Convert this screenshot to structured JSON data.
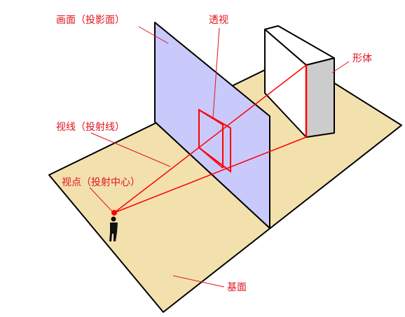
{
  "labels": {
    "picture_plane": "画面（投影面）",
    "perspective": "透视",
    "object": "形体",
    "sight_line": "视线（投射线）",
    "viewpoint": "视点（投射中心）",
    "ground_plane": "基面"
  },
  "colors": {
    "ground": "#f3e1ad",
    "picture_plane": "#c9c9fb",
    "label": "#e0141e",
    "projection": "#ff0000",
    "object_front": "#ffffff",
    "object_side": "#cccccc",
    "outline": "#000000"
  }
}
